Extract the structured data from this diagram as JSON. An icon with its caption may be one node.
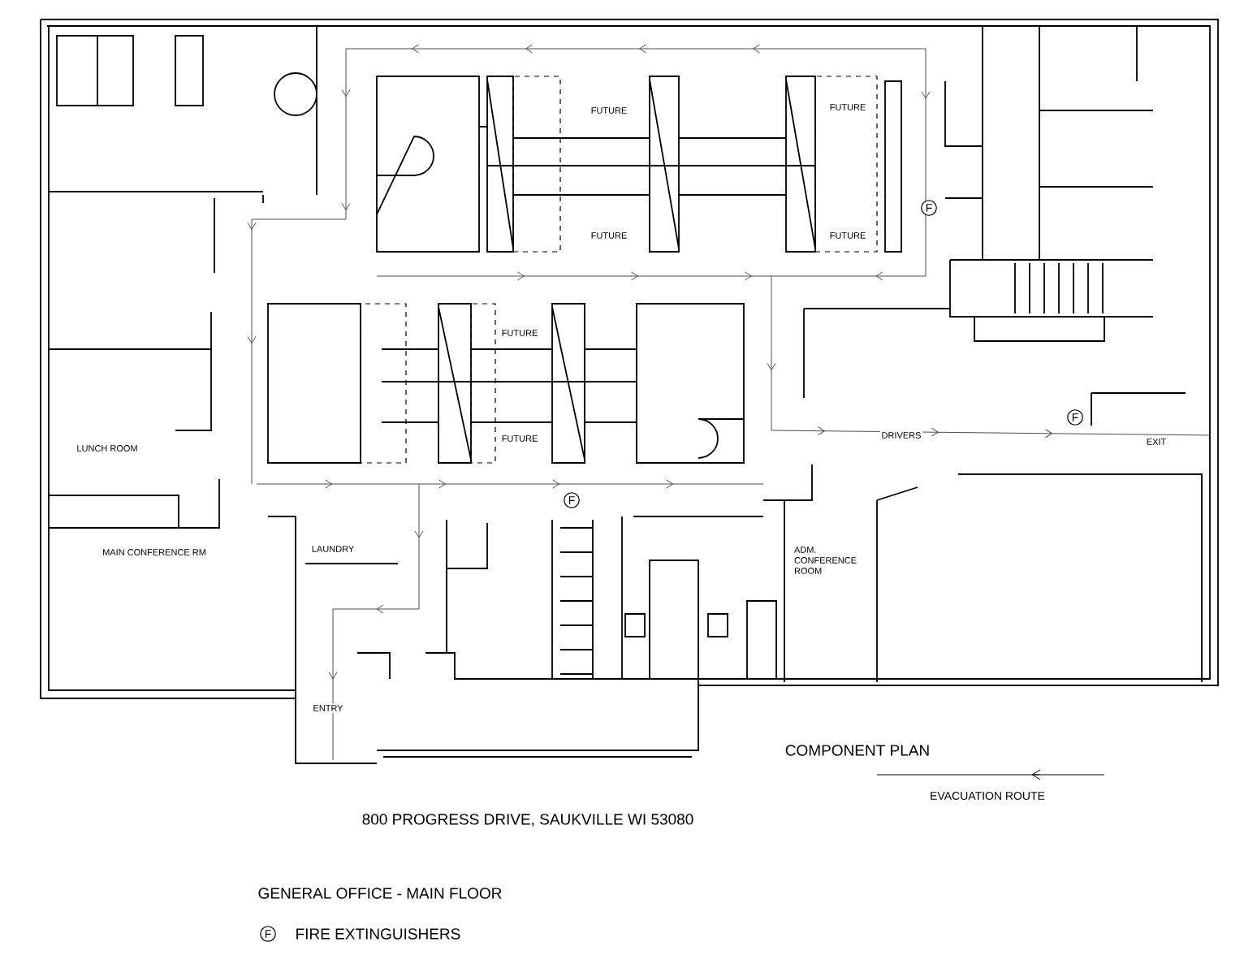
{
  "diagram": {
    "title": "GENERAL OFFICE - MAIN FLOOR",
    "labels": [
      "FUTURE",
      "FUTURE",
      "FUTURE",
      "FUTURE",
      "F",
      "FUTURE",
      "FUTURE",
      "LUNCH ROOM",
      "DRIVERS",
      "F",
      "EXIT",
      "F",
      "MAIN CONFERENCE RM",
      "LAUNDRY",
      "ADM. CONFERENCE ROOM",
      "ENTRY",
      "COMPONENT PLAN",
      "800 PROGRESS DRIVE, SAUKVILLE WI 53080",
      "F"
    ],
    "legend": [
      {
        "text": "EVACUATION ROUTE"
      },
      {
        "text": "FIRE EXTINGUISHERS"
      }
    ]
  }
}
